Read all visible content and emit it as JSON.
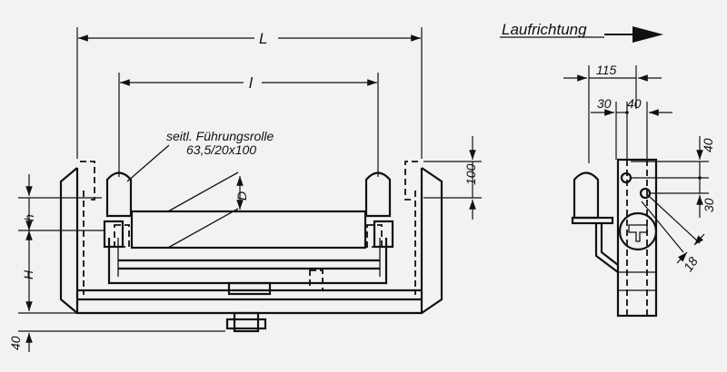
{
  "direction": {
    "label": "Laufrichtung"
  },
  "front_view": {
    "dim_L": "L",
    "dim_l": "l",
    "dim_D": "D",
    "dim_h": "h",
    "dim_H": "H",
    "dim_100": "100",
    "dim_40_bottom": "40",
    "callout_line1": "seitl. Führungsrolle",
    "callout_line2": "63,5/20x100"
  },
  "side_view": {
    "dim_115": "115",
    "dim_30_top": "30",
    "dim_40_top": "40",
    "dim_40_right": "40",
    "dim_30_right": "30",
    "dim_18": "18"
  }
}
